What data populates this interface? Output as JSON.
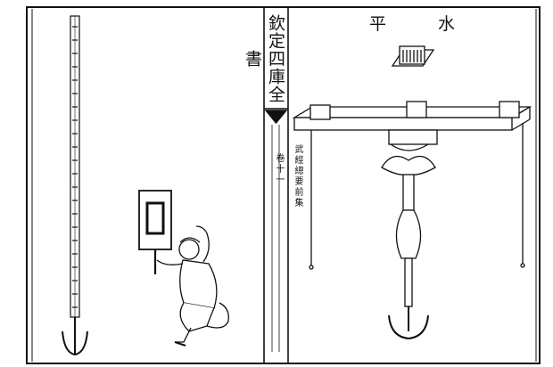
{
  "book_title": "欽定四庫全書",
  "side_notes": [
    "武經總要前集",
    "卷十一"
  ],
  "figure_labels": [
    "平",
    "水"
  ]
}
